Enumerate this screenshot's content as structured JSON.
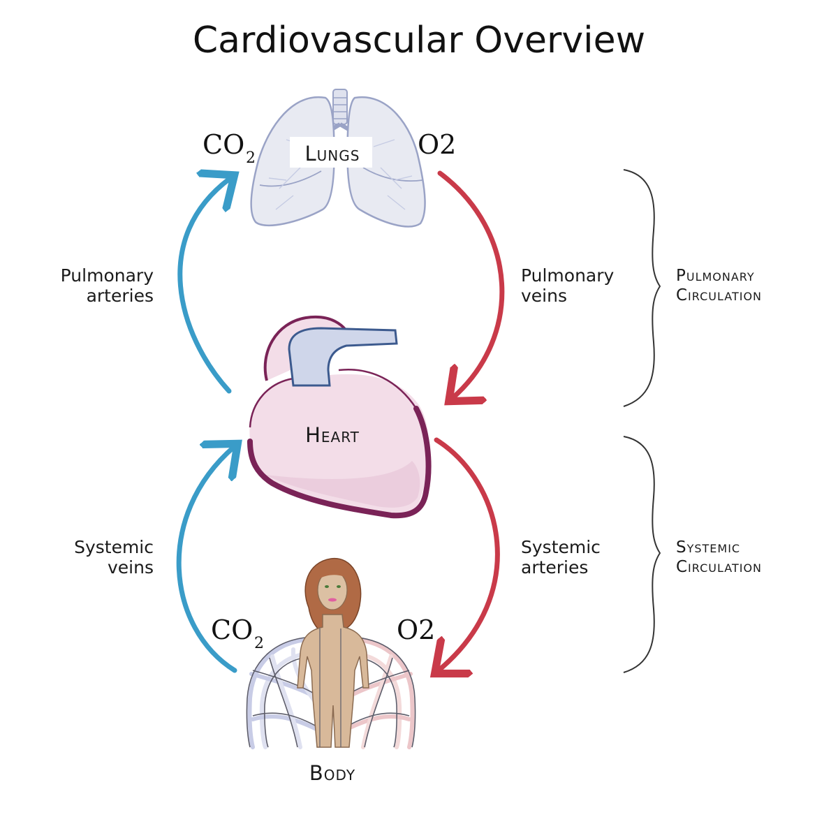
{
  "title": "Cardiovascular Overview",
  "organs": {
    "lungs": "Lungs",
    "heart": "Heart",
    "body": "Body"
  },
  "vessels": {
    "pulmonary_arteries": [
      "Pulmonary",
      "arteries"
    ],
    "pulmonary_veins": [
      "Pulmonary",
      "veins"
    ],
    "systemic_veins": [
      "Systemic",
      "veins"
    ],
    "systemic_arteries": [
      "Systemic",
      "arteries"
    ]
  },
  "circulations": {
    "pulmonary": [
      "Pulmonary",
      "Circulation"
    ],
    "systemic": [
      "Systemic",
      "Circulation"
    ]
  },
  "gases": {
    "co2_main": "CO",
    "co2_sub": "2",
    "o2": "O2"
  },
  "colors": {
    "deoxygenated": "#3a9cc8",
    "oxygenated": "#c93a49",
    "heart_fill": "#f3dde8",
    "heart_outline": "#7a2357",
    "lung_fill": "#e8eaf2",
    "lung_outline": "#9aa3c6",
    "skin": "#d8b99a",
    "hair": "#b06a45"
  }
}
